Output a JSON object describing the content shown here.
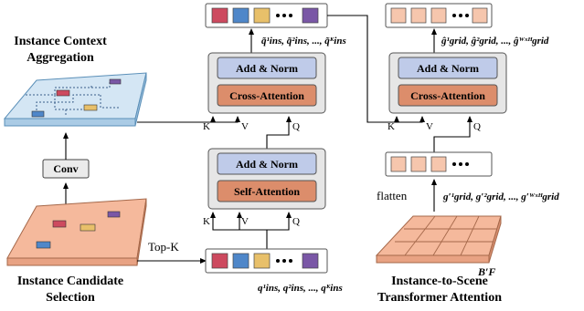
{
  "left": {
    "title_line1": "Instance Context",
    "title_line2": "Aggregation",
    "conv": "Conv",
    "bottom_line1": "Instance Candidate",
    "bottom_line2": "Selection",
    "topk": "Top-K"
  },
  "mid": {
    "upper_block": {
      "add_norm": "Add & Norm",
      "attention": "Cross-Attention"
    },
    "lower_block": {
      "add_norm": "Add & Norm",
      "attention": "Self-Attention"
    },
    "out_tokens": "q̃¹ins, q̃²ins, ..., q̃ᴷins",
    "in_tokens": "q¹ins, q²ins, ..., qᴷins",
    "k": "K",
    "v": "V",
    "q": "Q"
  },
  "right": {
    "block": {
      "add_norm": "Add & Norm",
      "attention": "Cross-Attention"
    },
    "out_tokens": "ĝ¹grid, ĝ²grid, ..., ĝᵂˣᴴgrid",
    "mid_tokens": "g′¹grid, g′²grid, ..., g′ᵂˣᴴgrid",
    "flatten": "flatten",
    "bf": "B′F",
    "bottom_line1": "Instance-to-Scene",
    "bottom_line2": "Transformer Attention",
    "k": "K",
    "v": "V",
    "q": "Q"
  },
  "colors": {
    "token_red": "#cd4a5f",
    "token_blue": "#4f87c9",
    "token_yellow": "#e8c06a",
    "token_purple": "#7a57a6",
    "token_peach": "#f6c6ad",
    "add_norm_fill": "#bfcbe9",
    "attention_fill": "#dc8d6b",
    "block_bg": "#e6e6e6",
    "plane_blue": "#d4e6f4",
    "plane_peach": "#f5b99c"
  }
}
